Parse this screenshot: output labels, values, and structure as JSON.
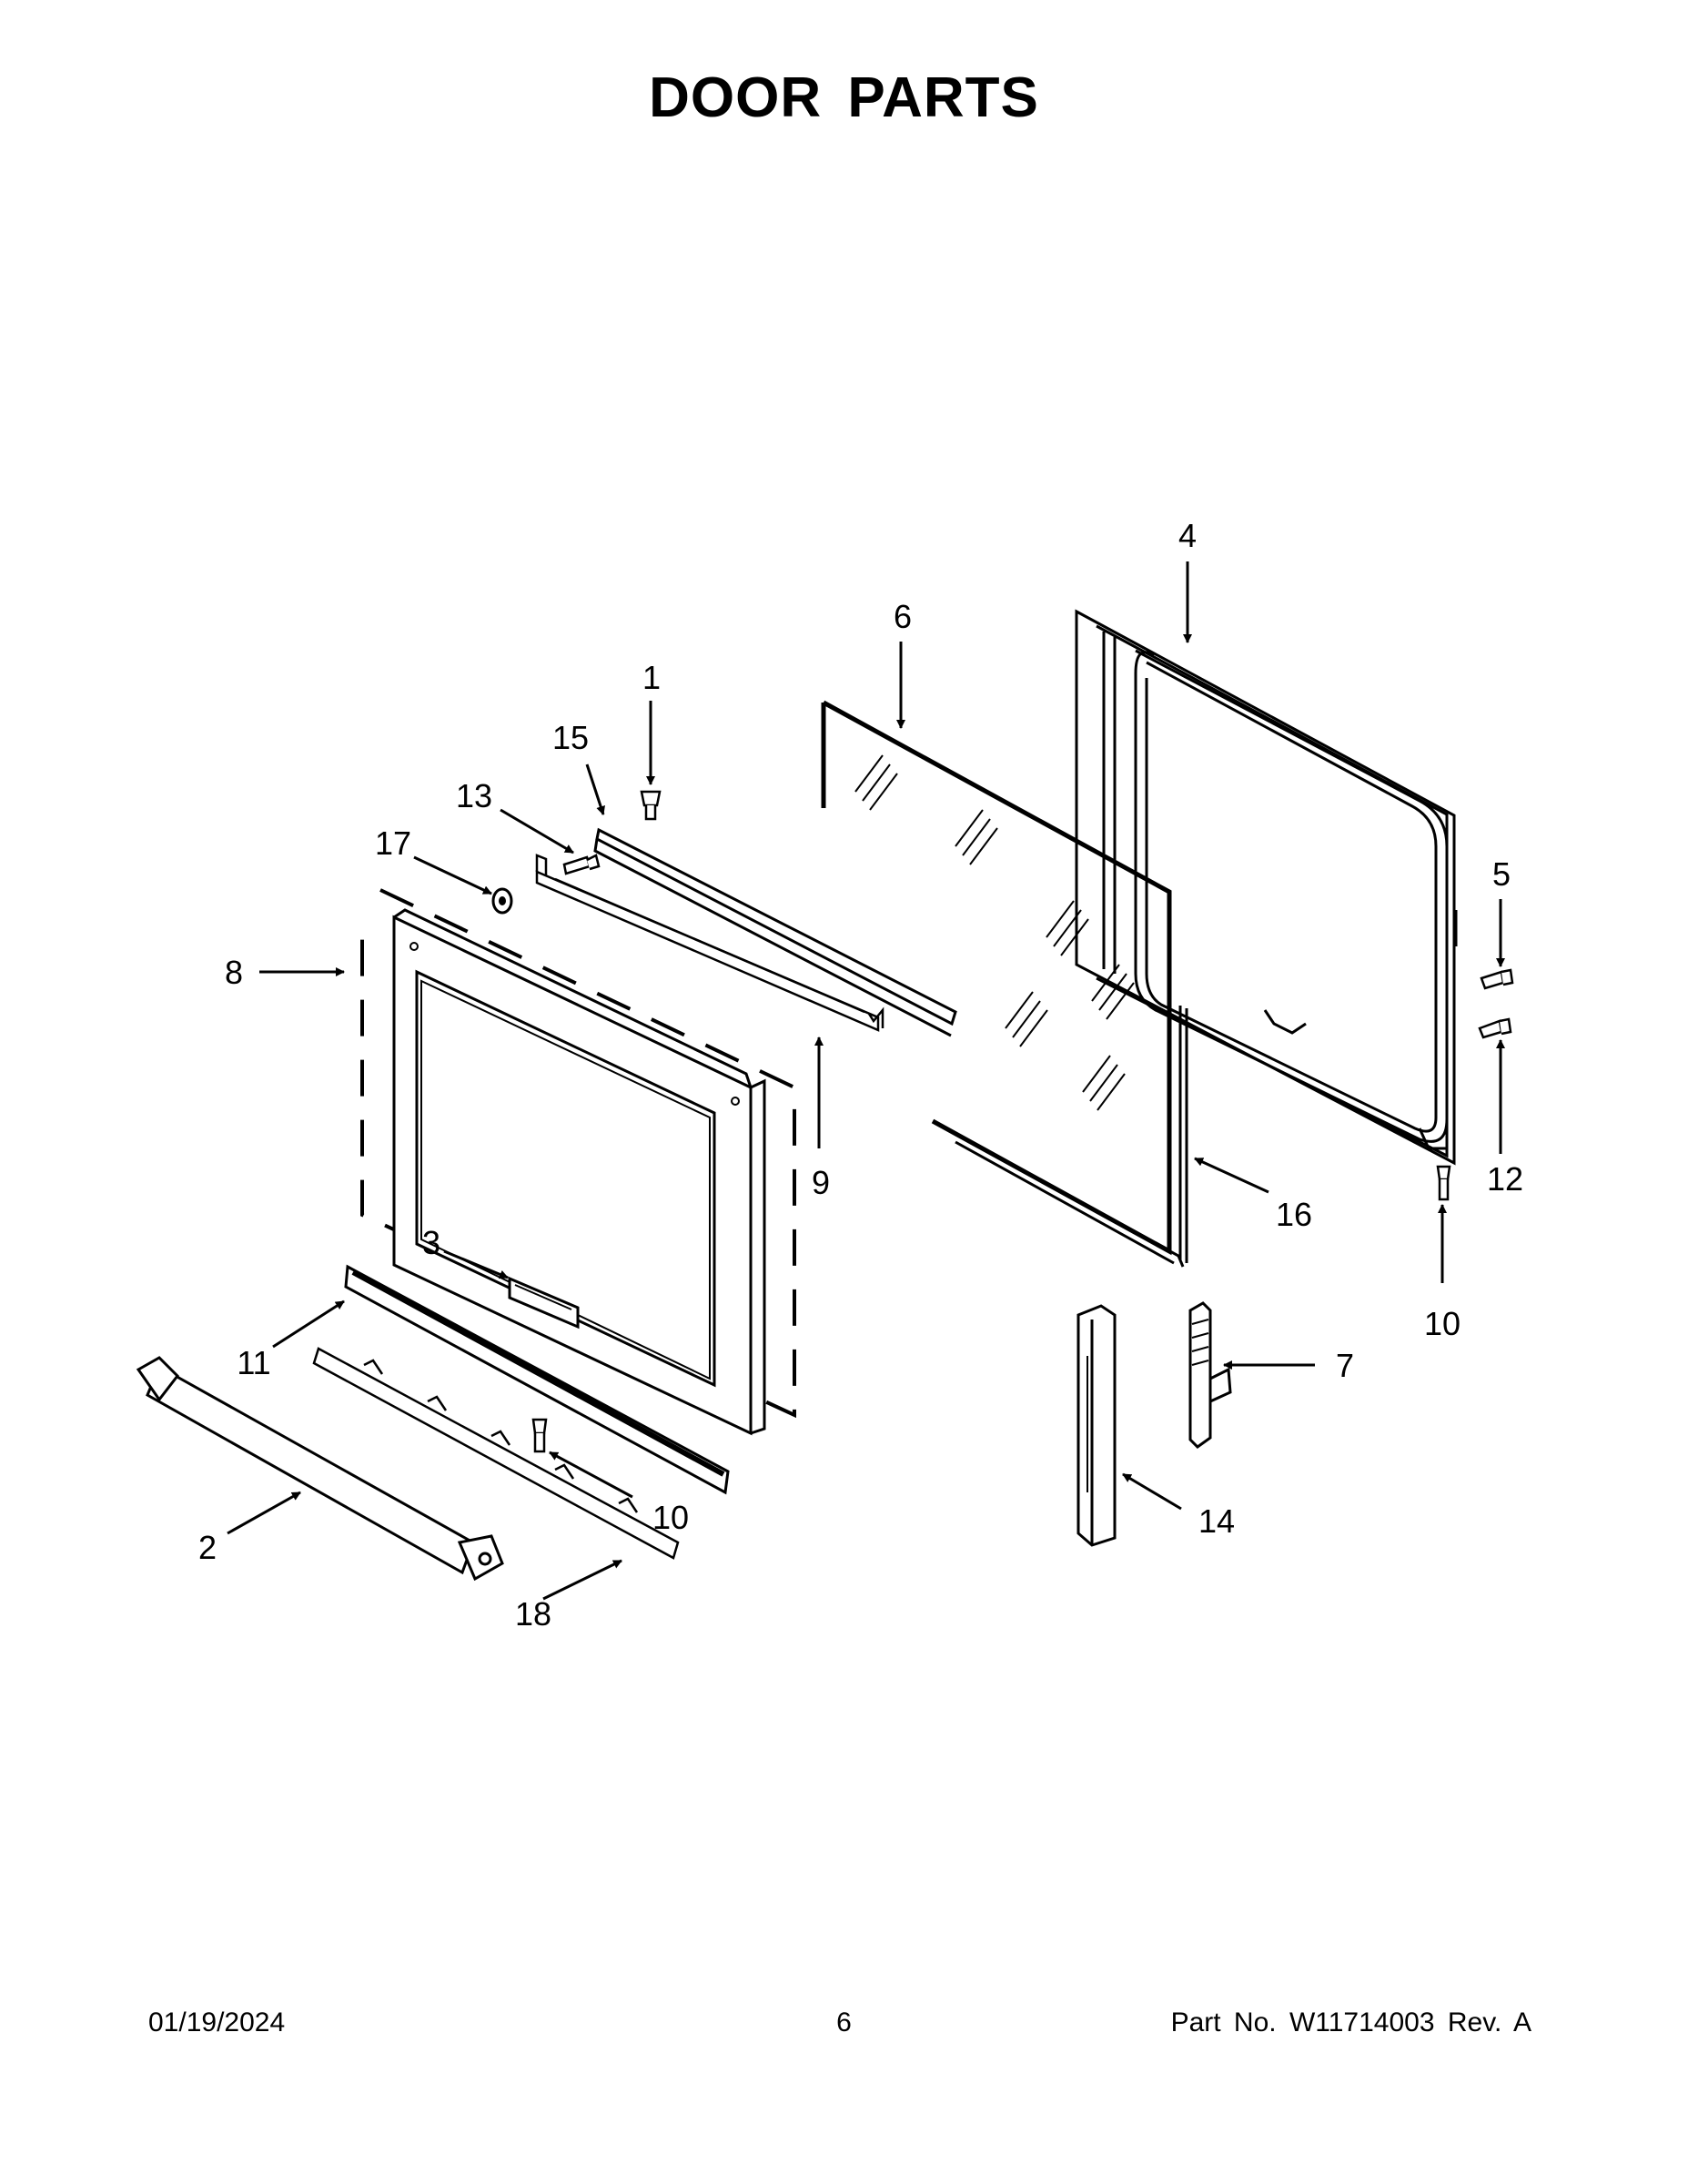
{
  "title": "DOOR PARTS",
  "footer": {
    "date": "01/19/2024",
    "page": "6",
    "part": "Part No.  W11714003  Rev.  A"
  },
  "callouts": {
    "c1": "1",
    "c2": "2",
    "c3": "3",
    "c4": "4",
    "c5": "5",
    "c6": "6",
    "c7": "7",
    "c8": "8",
    "c9": "9",
    "c10a": "10",
    "c10b": "10",
    "c11": "11",
    "c12": "12",
    "c13": "13",
    "c14": "14",
    "c15": "15",
    "c16": "16",
    "c17": "17",
    "c18": "18"
  }
}
